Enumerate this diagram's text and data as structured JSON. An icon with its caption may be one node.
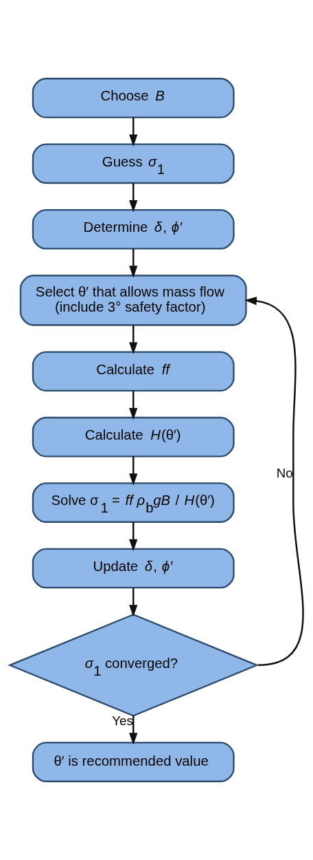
{
  "diagram": {
    "nodes": [
      {
        "text": [
          "Choose *B*"
        ]
      },
      {
        "text": [
          "Guess *σ*$_{1}$"
        ]
      },
      {
        "text": [
          "Determine *δ*, *ϕ*′"
        ]
      },
      {
        "text": [
          "Select θ′ that allows mass flow (include 3° safety factor)"
        ]
      },
      {
        "text": [
          "Calculate *ff*"
        ]
      },
      {
        "text": [
          "Calculate *H*(θ′)"
        ]
      },
      {
        "text": [
          "Solve σ$_{1}$ = *ff ρ*$_{b}$*gB* / *H*(θ′)"
        ]
      },
      {
        "text": [
          "Update *δ*, *ϕ*′"
        ]
      },
      {
        "text": [
          "*σ*$_{1}$ converged?"
        ]
      },
      {
        "text": [
          "θ′ is recommended value"
        ]
      }
    ],
    "edges": [
      {
        "from": 0,
        "to": 1,
        "arrow": "to"
      },
      {
        "from": 1,
        "to": 2,
        "arrow": "to"
      },
      {
        "from": 2,
        "to": 3,
        "arrow": "to"
      },
      {
        "from": 3,
        "to": 4,
        "arrow": "to"
      },
      {
        "from": 4,
        "to": 5,
        "arrow": "to"
      },
      {
        "from": 5,
        "to": 6,
        "arrow": "to"
      },
      {
        "from": 6,
        "to": 7,
        "arrow": "to"
      },
      {
        "from": 7,
        "to": 8,
        "arrow": "to"
      },
      {
        "from": 8,
        "to": 3,
        "arrow": "to",
        "label": "No"
      },
      {
        "from": 8,
        "to": 9,
        "arrow": "to",
        "label": "Yes"
      }
    ]
  }
}
